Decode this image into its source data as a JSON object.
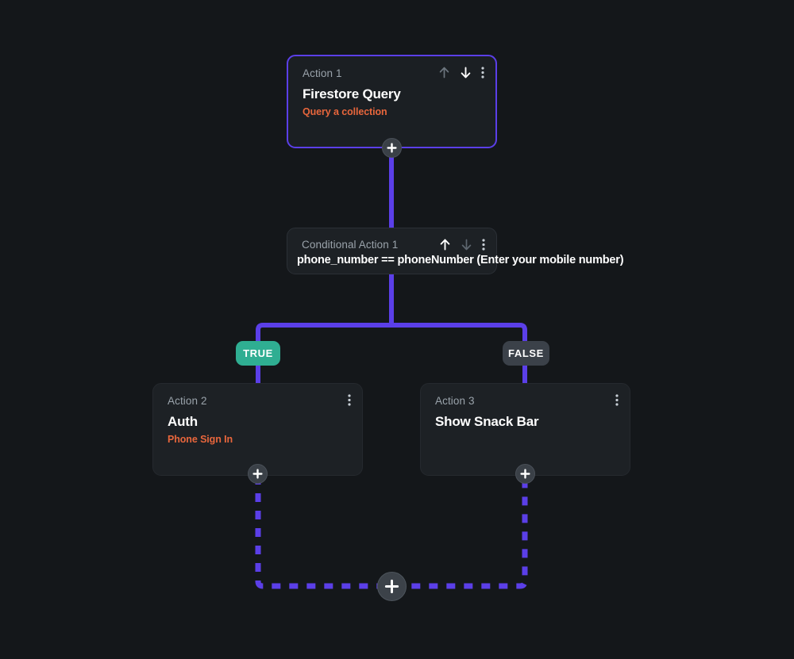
{
  "canvas": {
    "background": "#14171a",
    "accent": "#5b3fe8",
    "true_color": "#2fae92",
    "false_color": "#3b4149",
    "subtitle_color": "#e8663c"
  },
  "nodes": {
    "action1": {
      "label": "Action 1",
      "title": "Firestore Query",
      "subtitle": "Query a collection",
      "move_up_icon": "arrow-up-icon",
      "move_down_icon": "arrow-down-icon",
      "menu_icon": "more-vertical-icon"
    },
    "conditional1": {
      "label": "Conditional Action 1",
      "expression": "phone_number  ==  phoneNumber (Enter your mobile number)",
      "move_up_icon": "arrow-up-icon",
      "move_down_icon": "arrow-down-icon",
      "menu_icon": "more-vertical-icon"
    },
    "action2": {
      "label": "Action 2",
      "title": "Auth",
      "subtitle": "Phone Sign In",
      "menu_icon": "more-vertical-icon"
    },
    "action3": {
      "label": "Action 3",
      "title": "Show Snack Bar",
      "subtitle": "",
      "menu_icon": "more-vertical-icon"
    }
  },
  "branches": {
    "true_label": "TRUE",
    "false_label": "FALSE"
  },
  "add_buttons": {
    "after_action1": "add-node-icon",
    "after_action2": "add-node-icon",
    "after_action3": "add-node-icon",
    "after_merge": "add-node-icon"
  }
}
